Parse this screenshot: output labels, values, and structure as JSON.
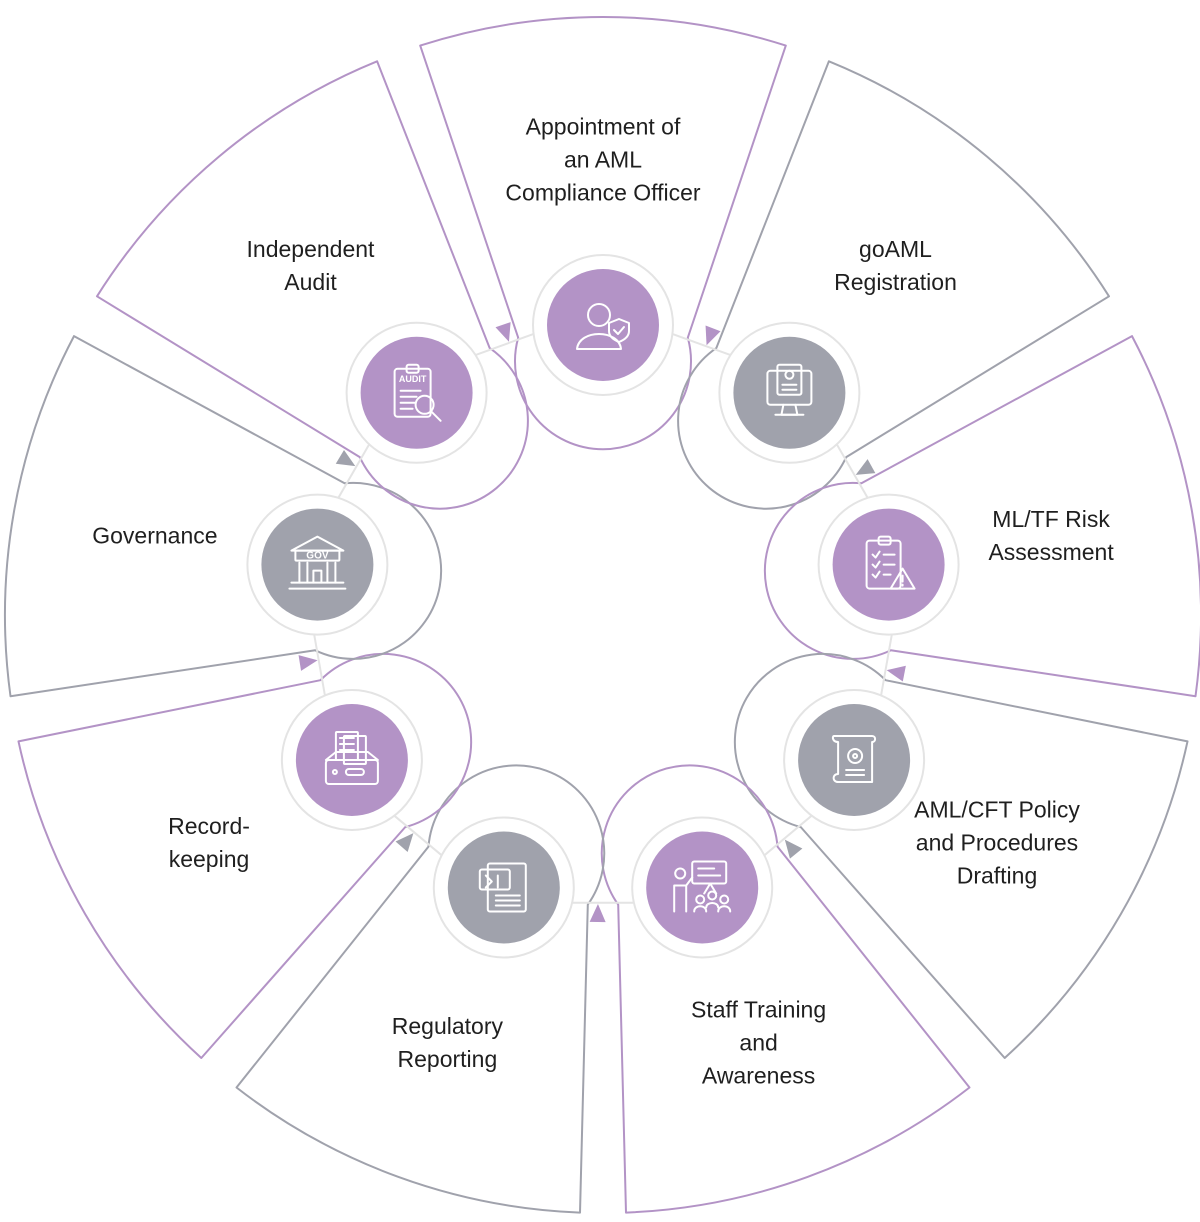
{
  "colors": {
    "purple": "#b393c6",
    "gray": "#a0a2ac",
    "ring": "#e4e4e4",
    "text": "#1f1f1f"
  },
  "steps": [
    {
      "lines": [
        "Appointment of",
        "an AML",
        "Compliance Officer"
      ],
      "color": "purple",
      "icon": "officer-shield-icon"
    },
    {
      "lines": [
        "goAML",
        "Registration"
      ],
      "color": "gray",
      "icon": "computer-registration-icon"
    },
    {
      "lines": [
        "ML/TF Risk",
        "Assessment"
      ],
      "color": "purple",
      "icon": "clipboard-warning-icon"
    },
    {
      "lines": [
        "AML/CFT Policy",
        "and Procedures",
        "Drafting"
      ],
      "color": "gray",
      "icon": "policy-scroll-icon"
    },
    {
      "lines": [
        "Staff Training",
        "and",
        "Awareness"
      ],
      "color": "purple",
      "icon": "training-presentation-icon"
    },
    {
      "lines": [
        "Regulatory",
        "Reporting"
      ],
      "color": "gray",
      "icon": "report-documents-icon"
    },
    {
      "lines": [
        "Record-",
        "keeping"
      ],
      "color": "purple",
      "icon": "filing-box-icon"
    },
    {
      "lines": [
        "Governance"
      ],
      "color": "gray",
      "icon": "government-building-icon"
    },
    {
      "lines": [
        "Independent",
        "Audit"
      ],
      "color": "purple",
      "icon": "audit-magnifier-icon"
    }
  ],
  "icon_text": {
    "gov": "GOV",
    "audit": "AUDIT"
  }
}
